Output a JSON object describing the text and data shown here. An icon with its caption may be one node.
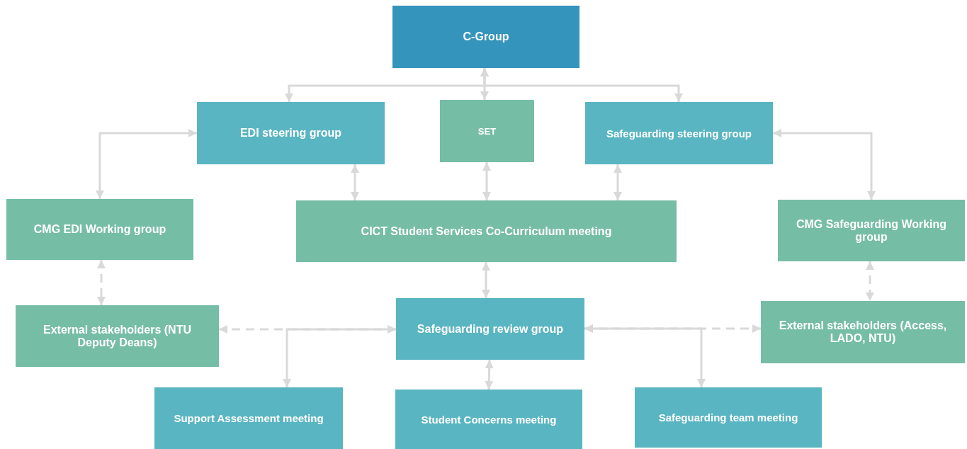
{
  "diagram": {
    "nodes": [
      {
        "text": [
          "C-Group"
        ]
      },
      {
        "text": [
          "EDI steering group"
        ]
      },
      {
        "text": [
          "SET"
        ]
      },
      {
        "text": [
          "Safeguarding steering group"
        ]
      },
      {
        "text": [
          "CMG EDI Working group"
        ]
      },
      {
        "text": [
          "CICT Student Services Co-Curriculum meeting"
        ]
      },
      {
        "text": [
          "CMG Safeguarding Working group"
        ]
      },
      {
        "text": [
          "External stakeholders (NTU Deputy Deans)"
        ]
      },
      {
        "text": [
          "Safeguarding review group"
        ]
      },
      {
        "text": [
          "External stakeholders (Access, LADO, NTU)"
        ]
      },
      {
        "text": [
          "Support Assessment meeting"
        ]
      },
      {
        "text": [
          "Student Concerns meeting"
        ]
      },
      {
        "text": [
          "Safeguarding team meeting"
        ]
      }
    ],
    "edges": [
      {
        "from": 0,
        "to": 1,
        "arrow": "both"
      },
      {
        "from": 0,
        "to": 2,
        "arrow": "both"
      },
      {
        "from": 0,
        "to": 3,
        "arrow": "both"
      },
      {
        "from": 4,
        "to": 1,
        "arrow": "both"
      },
      {
        "from": 3,
        "to": 6,
        "arrow": "both"
      },
      {
        "from": 1,
        "to": 5,
        "arrow": "both"
      },
      {
        "from": 2,
        "to": 5,
        "arrow": "both"
      },
      {
        "from": 3,
        "to": 5,
        "arrow": "both"
      },
      {
        "from": 4,
        "to": 7,
        "arrow": "both",
        "style": "dashed"
      },
      {
        "from": 6,
        "to": 9,
        "arrow": "both",
        "style": "dashed"
      },
      {
        "from": 5,
        "to": 8,
        "arrow": "both"
      },
      {
        "from": 8,
        "to": 7,
        "arrow": "both",
        "style": "dashed"
      },
      {
        "from": 8,
        "to": 10,
        "arrow": "both"
      },
      {
        "from": 8,
        "to": 9,
        "arrow": "both",
        "style": "dashed"
      },
      {
        "from": 8,
        "to": 12,
        "arrow": "both"
      },
      {
        "from": 8,
        "to": 11,
        "arrow": "both"
      }
    ]
  }
}
